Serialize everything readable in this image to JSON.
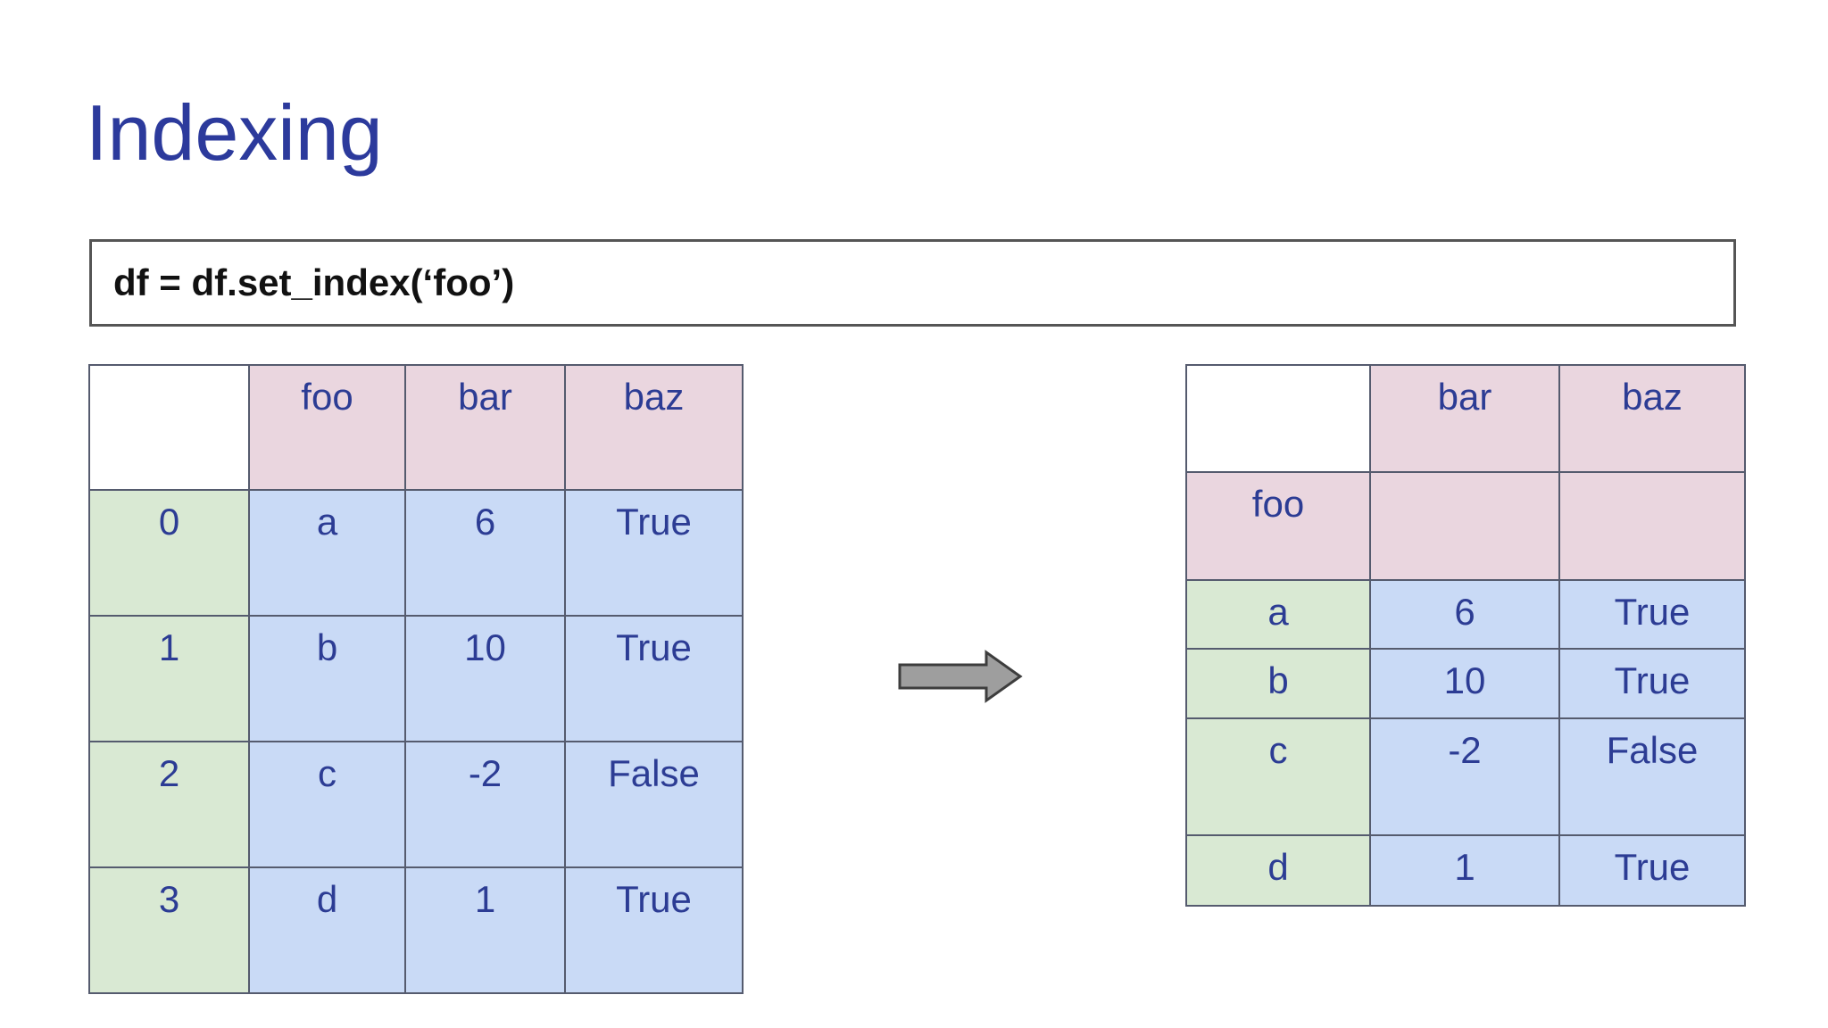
{
  "slide": {
    "title": "Indexing"
  },
  "code_box": {
    "text": "df = df.set_index(‘foo’)"
  },
  "left_table": {
    "corner": "",
    "columns": [
      "foo",
      "bar",
      "baz"
    ],
    "rows": [
      {
        "index": "0",
        "cells": [
          "a",
          "6",
          "True"
        ]
      },
      {
        "index": "1",
        "cells": [
          "b",
          "10",
          "True"
        ]
      },
      {
        "index": "2",
        "cells": [
          "c",
          "-2",
          "False"
        ]
      },
      {
        "index": "3",
        "cells": [
          "d",
          "1",
          "True"
        ]
      }
    ]
  },
  "arrow": {
    "direction": "right"
  },
  "right_table": {
    "corner": "",
    "columns": [
      "bar",
      "baz"
    ],
    "index_name": "foo",
    "rows": [
      {
        "index": "a",
        "cells": [
          "6",
          "True"
        ]
      },
      {
        "index": "b",
        "cells": [
          "10",
          "True"
        ]
      },
      {
        "index": "c",
        "cells": [
          "-2",
          "False"
        ]
      },
      {
        "index": "d",
        "cells": [
          "1",
          "True"
        ]
      }
    ]
  },
  "colors": {
    "title_text": "#2c3a9c",
    "table_text": "#2c3c94",
    "header_pink": "#ead6df",
    "index_green": "#d9e9d3",
    "cell_blue": "#c9daf6",
    "grid_border": "#555b6e",
    "code_text": "#111111",
    "code_border": "#555555",
    "arrow_fill": "#9e9e9e",
    "arrow_stroke": "#3d3d3d",
    "background": "#ffffff"
  }
}
